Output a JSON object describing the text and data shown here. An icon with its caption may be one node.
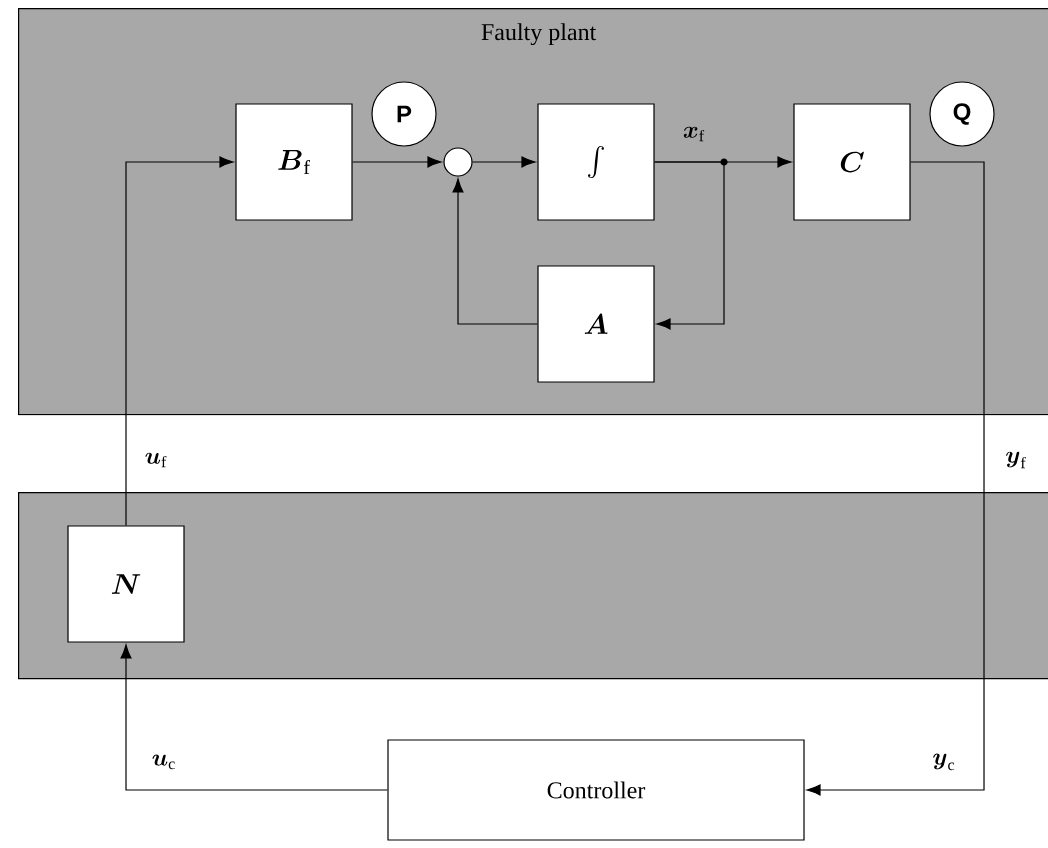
{
  "diagram": {
    "nodes": [
      {
        "text": [
          "Faulty plant"
        ]
      },
      {
        "text": [
          "\\boldsymbol{B}_{\\mathrm{f}}"
        ],
        "in": 0
      },
      {
        "text": [
          "P"
        ],
        "in": 0
      },
      {
        "text": [],
        "shape": "circle",
        "in": 0
      },
      {
        "text": [
          "\\int"
        ],
        "in": 0
      },
      {
        "text": [
          "\\boldsymbol{C}"
        ],
        "in": 0
      },
      {
        "text": [
          "Q"
        ],
        "in": 0
      },
      {
        "text": [
          "\\boldsymbol{A}"
        ],
        "in": 0
      },
      {
        "text": [],
        "shape": "box"
      },
      {
        "text": [
          "\\boldsymbol{N}"
        ],
        "in": 8
      },
      {
        "text": [
          "Controller"
        ]
      }
    ],
    "edges": [
      {
        "from": 9,
        "to": 1,
        "arrow": "to",
        "label": "\\boldsymbol{u}_{\\mathrm{f}}"
      },
      {
        "from": 1,
        "to": 3,
        "arrow": "to"
      },
      {
        "from": 3,
        "to": 4,
        "arrow": "to"
      },
      {
        "from": 4,
        "to": 5,
        "arrow": "to",
        "label": "\\boldsymbol{x}_{\\mathrm{f}}"
      },
      {
        "from": 4,
        "to": 7,
        "arrow": "to"
      },
      {
        "from": 7,
        "to": 3,
        "arrow": "to"
      },
      {
        "from": 5,
        "to": 10,
        "arrow": "to",
        "label": "\\boldsymbol{y}_{\\mathrm{f}}"
      },
      {
        "from": 10,
        "to": 9,
        "arrow": "to",
        "label": "\\boldsymbol{u}_{\\mathrm{c}}"
      }
    ],
    "labels": [
      "\\boldsymbol{y}_{\\mathrm{c}}"
    ]
  }
}
